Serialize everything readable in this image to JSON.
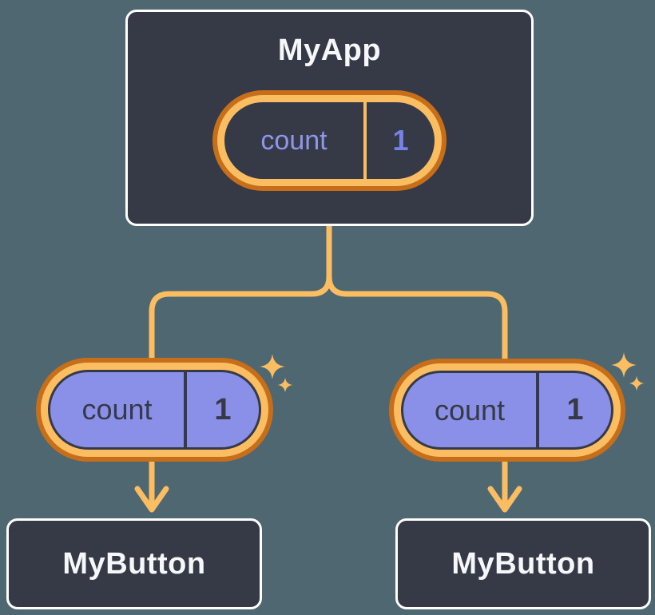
{
  "theme": {
    "background": "#4E6771",
    "node_bg": "#353A46",
    "node_border": "#FFFFFF",
    "node_text": "#F6F7F9",
    "orange_dark": "#C76E1A",
    "orange_light": "#FABD62",
    "lavender": "#8A90E8",
    "state_label_light": "#8F96EA",
    "state_value_light": "#7583E8",
    "dark_text": "#353A46"
  },
  "diagram": {
    "description": "Component tree showing state passed from parent to children",
    "root": {
      "title": "MyApp",
      "state": {
        "label": "count",
        "value": "1"
      }
    },
    "children": [
      {
        "title": "MyButton",
        "state": {
          "label": "count",
          "value": "1"
        }
      },
      {
        "title": "MyButton",
        "state": {
          "label": "count",
          "value": "1"
        }
      }
    ],
    "icons": {
      "sparkle": "sparkle-icon"
    }
  }
}
